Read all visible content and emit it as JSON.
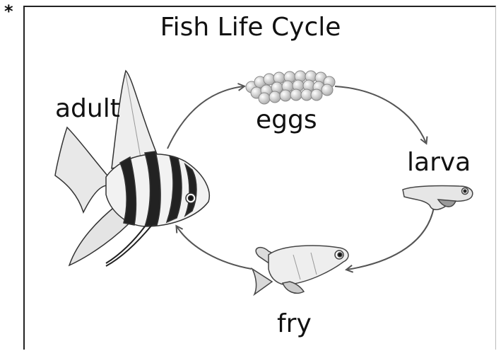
{
  "marker": "*",
  "title": "Fish Life Cycle",
  "stages": {
    "adult": "adult",
    "eggs": "eggs",
    "larva": "larva",
    "fry": "fry"
  },
  "colors": {
    "line": "#555555",
    "ink": "#111111"
  }
}
